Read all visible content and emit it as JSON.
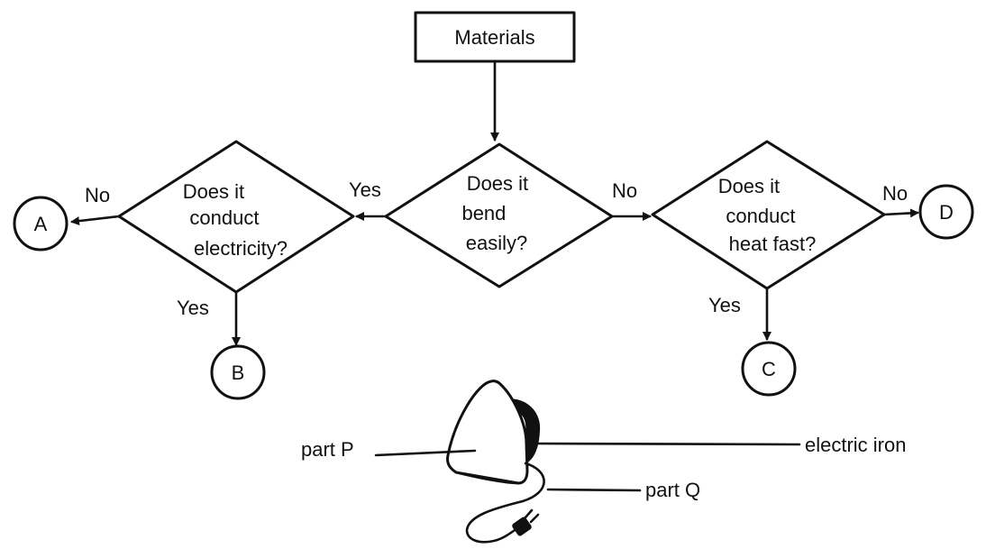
{
  "flowchart": {
    "start": "Materials",
    "q_bend": [
      "Does it",
      "bend",
      "easily?"
    ],
    "q_electricity": [
      "Does it",
      "conduct",
      "electricity?"
    ],
    "q_heat": [
      "Does it",
      "conduct",
      "heat fast?"
    ],
    "labels": {
      "bend_yes": "Yes",
      "bend_no": "No",
      "elec_no": "No",
      "elec_yes": "Yes",
      "heat_no": "No",
      "heat_yes": "Yes"
    },
    "outcomes": {
      "a": "A",
      "b": "B",
      "c": "C",
      "d": "D"
    }
  },
  "iron": {
    "part_p": "part P",
    "part_q": "part Q",
    "electric_iron": "electric iron"
  },
  "colors": {
    "ink": "#111111",
    "background": "#ffffff"
  }
}
